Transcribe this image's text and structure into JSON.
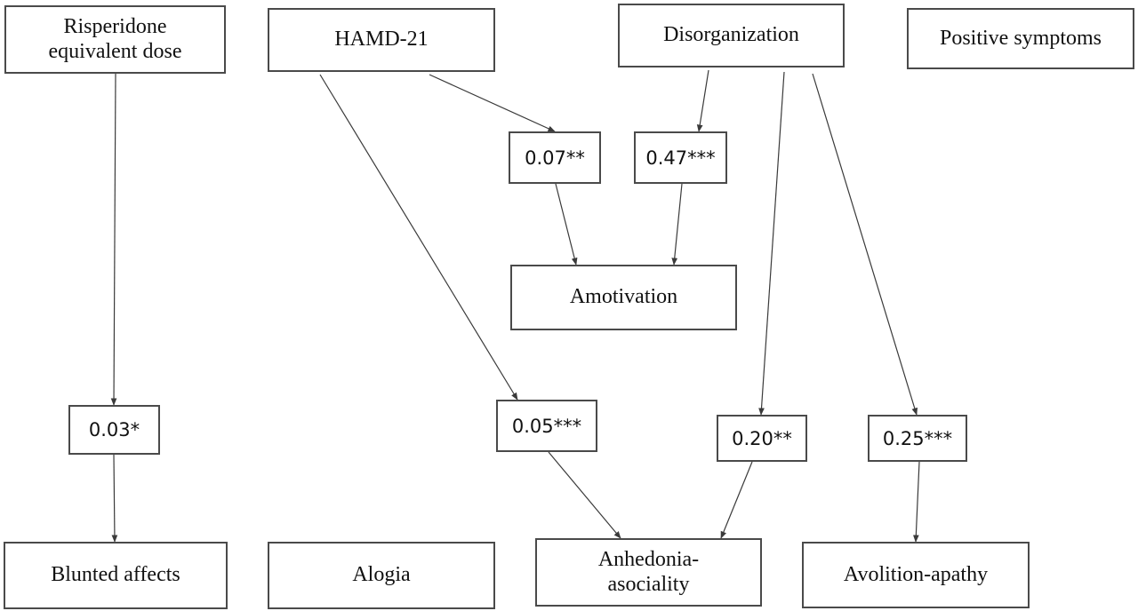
{
  "diagram": {
    "variables": {
      "risperidone": "Risperidone\nequivalent dose",
      "hamd": "HAMD-21",
      "disorganization": "Disorganization",
      "positive": "Positive symptoms",
      "amotivation": "Amotivation",
      "blunted": "Blunted affects",
      "alogia": "Alogia",
      "anhedonia": "Anhedonia-\nasociality",
      "avolition": "Avolition-apathy"
    },
    "coefficients": {
      "hamd_amotivation": "0.07**",
      "disorg_amotivation": "0.47***",
      "risperidone_blunted": "0.03*",
      "hamd_anhedonia": "0.05***",
      "disorg_anhedonia": "0.20**",
      "disorg_avolition": "0.25***"
    },
    "paths": [
      {
        "from": "Risperidone equivalent dose",
        "to": "Blunted affects",
        "coefficient": "0.03*"
      },
      {
        "from": "HAMD-21",
        "to": "Amotivation",
        "coefficient": "0.07**"
      },
      {
        "from": "Disorganization",
        "to": "Amotivation",
        "coefficient": "0.47***"
      },
      {
        "from": "HAMD-21",
        "to": "Anhedonia-asociality",
        "coefficient": "0.05***"
      },
      {
        "from": "Disorganization",
        "to": "Anhedonia-asociality",
        "coefficient": "0.20**"
      },
      {
        "from": "Disorganization",
        "to": "Avolition-apathy",
        "coefficient": "0.25***"
      }
    ],
    "colors": {
      "line": "#3a3a3a",
      "border": "#4a4a4a",
      "text": "#111111"
    }
  }
}
